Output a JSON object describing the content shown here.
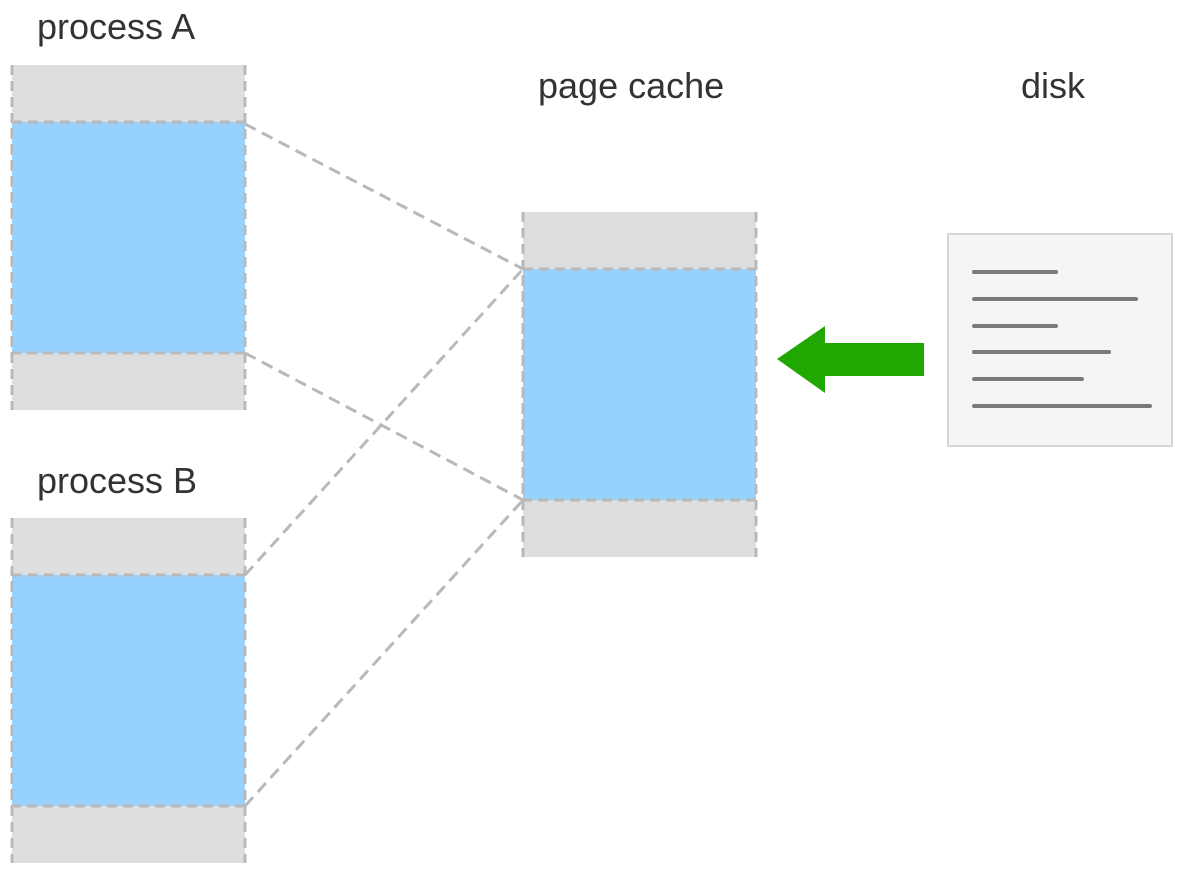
{
  "labels": {
    "process_a": "process A",
    "process_b": "process B",
    "page_cache": "page cache",
    "disk": "disk"
  },
  "colors": {
    "region_gray": "#dedede",
    "region_blue": "#97d1fe",
    "dash": "#b9b9b9",
    "arrow": "#20a800",
    "doc_bg": "#f5f5f5",
    "doc_border": "#d6d6d6",
    "doc_lines": "#7a7a7a",
    "text": "#333333"
  },
  "icons": {
    "arrow": "arrow-left-icon",
    "document": "document-icon"
  }
}
